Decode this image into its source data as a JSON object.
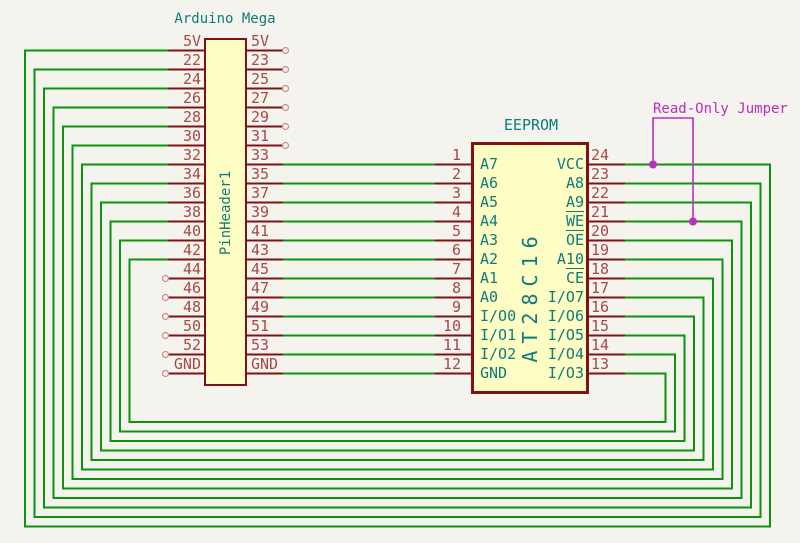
{
  "colors": {
    "background": "#F4F3EE",
    "wire": "#0D930D",
    "pin": "#7F1212",
    "pin_number": "#A84848",
    "name_teal": "#0E7C7C",
    "body_fill": "#FDFDC4",
    "annotation_magenta": "#BE2EBE",
    "no_connect": "#D08888"
  },
  "arduino": {
    "title": "Arduino Mega",
    "reference": "PinHeader1",
    "left_pins": [
      {
        "label": "5V",
        "connected": true
      },
      {
        "label": "22",
        "connected": true
      },
      {
        "label": "24",
        "connected": true
      },
      {
        "label": "26",
        "connected": true
      },
      {
        "label": "28",
        "connected": true
      },
      {
        "label": "30",
        "connected": true
      },
      {
        "label": "32",
        "connected": true
      },
      {
        "label": "34",
        "connected": true
      },
      {
        "label": "36",
        "connected": true
      },
      {
        "label": "38",
        "connected": true
      },
      {
        "label": "40",
        "connected": true
      },
      {
        "label": "42",
        "connected": true
      },
      {
        "label": "44",
        "connected": false
      },
      {
        "label": "46",
        "connected": false
      },
      {
        "label": "48",
        "connected": false
      },
      {
        "label": "50",
        "connected": false
      },
      {
        "label": "52",
        "connected": false
      },
      {
        "label": "GND",
        "connected": false
      }
    ],
    "right_pins": [
      {
        "label": "5V",
        "connected": false
      },
      {
        "label": "23",
        "connected": false
      },
      {
        "label": "25",
        "connected": false
      },
      {
        "label": "27",
        "connected": false
      },
      {
        "label": "29",
        "connected": false
      },
      {
        "label": "31",
        "connected": false
      },
      {
        "label": "33",
        "connected": true
      },
      {
        "label": "35",
        "connected": true
      },
      {
        "label": "37",
        "connected": true
      },
      {
        "label": "39",
        "connected": true
      },
      {
        "label": "41",
        "connected": true
      },
      {
        "label": "43",
        "connected": true
      },
      {
        "label": "45",
        "connected": true
      },
      {
        "label": "47",
        "connected": true
      },
      {
        "label": "49",
        "connected": true
      },
      {
        "label": "51",
        "connected": true
      },
      {
        "label": "53",
        "connected": true
      },
      {
        "label": "GND",
        "connected": true
      }
    ]
  },
  "eeprom": {
    "title": "EEPROM",
    "part": "AT28C16",
    "left_pins": [
      {
        "number": "1",
        "name": "A7"
      },
      {
        "number": "2",
        "name": "A6"
      },
      {
        "number": "3",
        "name": "A5"
      },
      {
        "number": "4",
        "name": "A4"
      },
      {
        "number": "5",
        "name": "A3"
      },
      {
        "number": "6",
        "name": "A2"
      },
      {
        "number": "7",
        "name": "A1"
      },
      {
        "number": "8",
        "name": "A0"
      },
      {
        "number": "9",
        "name": "I/O0"
      },
      {
        "number": "10",
        "name": "I/O1"
      },
      {
        "number": "11",
        "name": "I/O2"
      },
      {
        "number": "12",
        "name": "GND"
      }
    ],
    "right_pins": [
      {
        "number": "24",
        "name": "VCC",
        "overline": false
      },
      {
        "number": "23",
        "name": "A8",
        "overline": false
      },
      {
        "number": "22",
        "name": "A9",
        "overline": false
      },
      {
        "number": "21",
        "name": "WE",
        "overline": true
      },
      {
        "number": "20",
        "name": "OE",
        "overline": true
      },
      {
        "number": "19",
        "name": "A10",
        "overline": false
      },
      {
        "number": "18",
        "name": "CE",
        "overline": true
      },
      {
        "number": "17",
        "name": "I/O7",
        "overline": false
      },
      {
        "number": "16",
        "name": "I/O6",
        "overline": false
      },
      {
        "number": "15",
        "name": "I/O5",
        "overline": false
      },
      {
        "number": "14",
        "name": "I/O4",
        "overline": false
      },
      {
        "number": "13",
        "name": "I/O3",
        "overline": false
      }
    ]
  },
  "jumper": {
    "label": "Read-Only Jumper"
  }
}
